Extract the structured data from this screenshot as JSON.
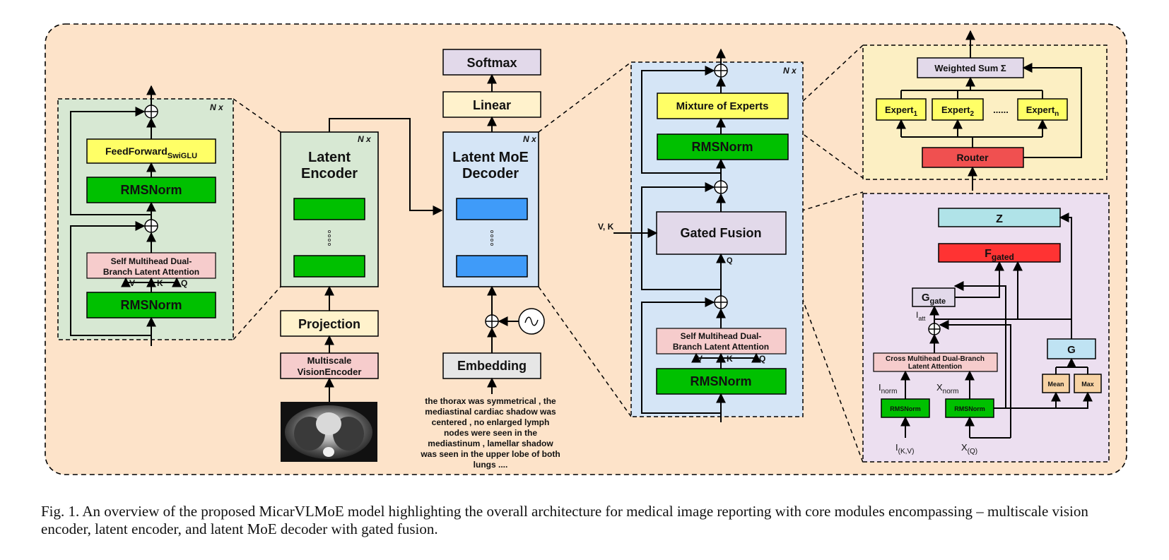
{
  "labels": {
    "n_x": "N x",
    "feedforward": "FeedForward",
    "swiglu_sub": "SwiGLU",
    "rmsnorm": "RMSNorm",
    "self_attn_line1": "Self Multihead Dual-",
    "self_attn_line2": "Branch Latent Attention",
    "v": "V",
    "k": "K",
    "q": "Q",
    "latent_encoder_line1": "Latent",
    "latent_encoder_line2": "Encoder",
    "latent_moe_decoder_line1": "Latent MoE",
    "latent_moe_decoder_line2": "Decoder",
    "softmax": "Softmax",
    "linear": "Linear",
    "projection": "Projection",
    "vision_encoder_line1": "Multiscale",
    "vision_encoder_line2": "VisionEncoder",
    "embedding": "Embedding",
    "report_text": [
      "the thorax was symmetrical , the",
      "mediastinal cardiac shadow was",
      "centered , no enlarged lymph",
      "nodes were seen in the",
      "mediastinum , lamellar shadow",
      "was seen in the upper lobe of both",
      "lungs ...."
    ],
    "mixture_of_experts": "Mixture of Experts",
    "gated_fusion": "Gated Fusion",
    "v_k": "V, K",
    "weighted_sum": "Weighted Sum  Σ",
    "expert": "Expert",
    "sub_1": "1",
    "sub_2": "2",
    "sub_n": "n",
    "dots": "......",
    "router": "Router",
    "z": "Z",
    "f": "F",
    "gated_sub": "gated",
    "g": "G",
    "gate_sub": "gate",
    "i": "I",
    "att_sub": "att",
    "norm_sub": "norm",
    "x": "X",
    "cross_attn_line1": "Cross Multihead Dual-Branch",
    "cross_attn_line2": "Latent Attention",
    "mean": "Mean",
    "max": "Max",
    "kv_sub": "(K,V)",
    "q_sub": "(Q)"
  },
  "colors": {
    "background": "#fde3c9",
    "encoder_panel": "#d7e8d3",
    "decoder_panel": "#d5e5f6",
    "moe_panel": "#fcefc3",
    "fusion_panel": "#ecdff0",
    "yellow_block": "#ffff66",
    "green_norm": "#00c000",
    "pink_block": "#f6cccc",
    "cream_block": "#fff2cc",
    "lavender_block": "#e2d9ea",
    "blue_block": "#3f9bf9",
    "red_block": "#f05050",
    "bright_red": "#ff3333",
    "cyan_block": "#b0e3e8",
    "light_blue": "#bfe3f3",
    "tan_block": "#f7d3a5",
    "gray_block": "#e6e6e6"
  },
  "caption": "Fig. 1.  An overview of the proposed MicarVLMoE model highlighting the overall architecture for medical image reporting with core modules encompassing – multiscale vision encoder, latent encoder, and latent MoE decoder with gated fusion."
}
